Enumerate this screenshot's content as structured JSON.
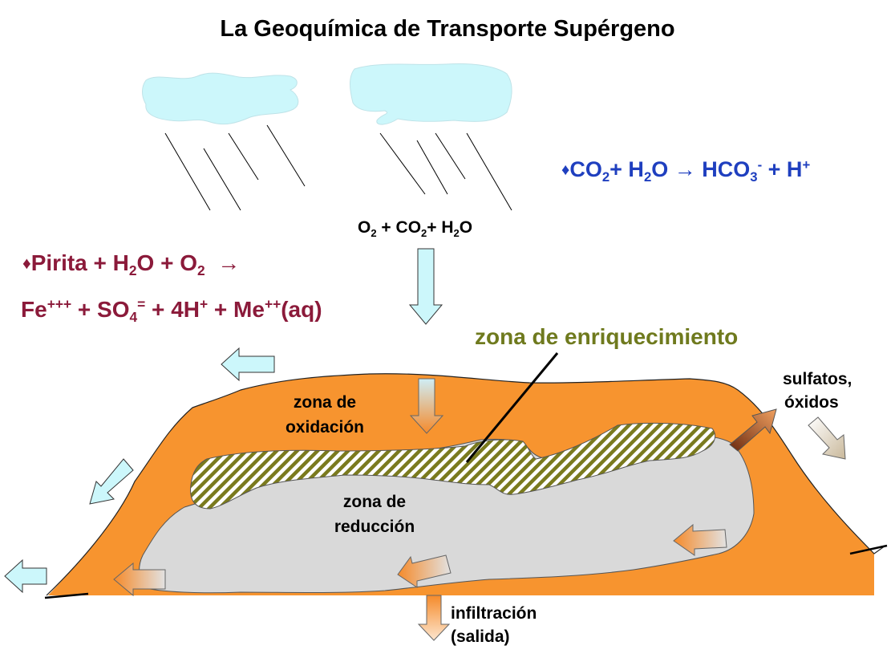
{
  "title": "La Geoquímica de Transporte Supérgeno",
  "equation_co2": {
    "bullet": "♦",
    "parts": [
      "CO",
      "2",
      "+ H",
      "2",
      "O → HCO",
      "3",
      "-",
      " + H",
      "+"
    ]
  },
  "input_label": {
    "parts": [
      "O",
      "2",
      " + CO",
      "2",
      "+ H",
      "2",
      "O"
    ]
  },
  "equation_pyrite": {
    "bullet": "♦",
    "line1": [
      "Pirita + H",
      "2",
      "O + O",
      "2",
      "  →"
    ],
    "line2": [
      "Fe",
      "+++",
      " + SO",
      "4",
      "=",
      " + 4H",
      "+",
      " + Me",
      "++",
      "(aq)"
    ]
  },
  "zones": {
    "enrichment": "zona de enriquecimiento",
    "oxidation_1": "zona de",
    "oxidation_2": "oxidación",
    "reduction_1": "zona de",
    "reduction_2": "reducción"
  },
  "outputs": {
    "sulfates_1": "sulfatos,",
    "sulfates_2": "óxidos",
    "infiltration_1": "infiltración",
    "infiltration_2": "(salida)"
  },
  "colors": {
    "cloud": "#ccf7fb",
    "oxidation_zone": "#f7942f",
    "reduction_zone": "#d9d9d9",
    "enrichment_hatch": "#7a7a1e",
    "equation_blue": "#1f3fbf",
    "equation_maroon": "#8b1a3a",
    "enrichment_label": "#6f7a1e",
    "arrow_light": "#ccf7fb"
  }
}
